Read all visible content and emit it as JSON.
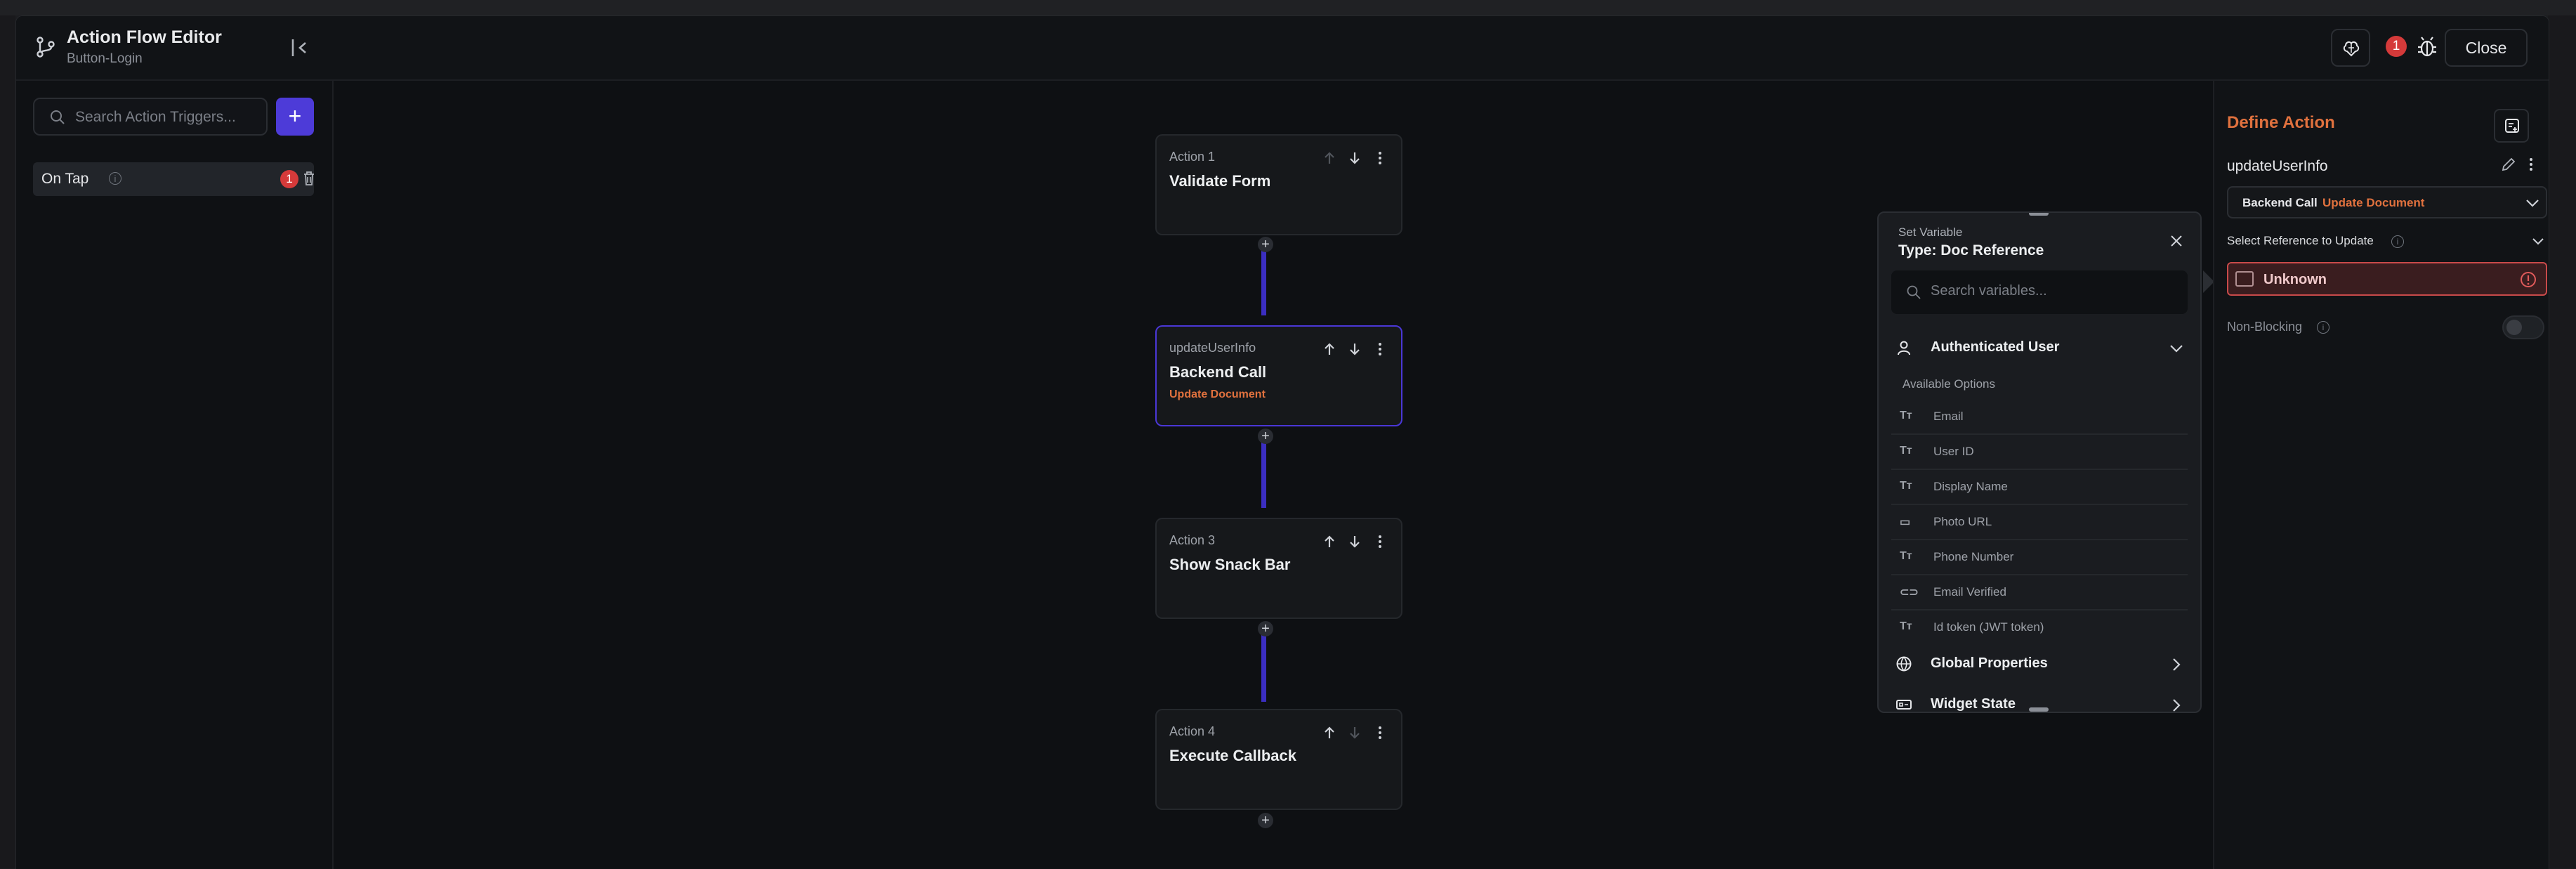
{
  "header": {
    "title": "Action Flow Editor",
    "subtitle": "Button-Login",
    "badge_count": "1",
    "close_label": "Close"
  },
  "left_panel": {
    "search_placeholder": "Search Action Triggers...",
    "add_label": "+",
    "triggers": [
      {
        "label": "On Tap",
        "badge": "1"
      }
    ]
  },
  "flow": {
    "nodes": [
      {
        "label": "Action 1",
        "title": "Validate Form",
        "subtitle": ""
      },
      {
        "label": "updateUserInfo",
        "title": "Backend Call",
        "subtitle": "Update Document"
      },
      {
        "label": "Action 3",
        "title": "Show Snack Bar",
        "subtitle": ""
      },
      {
        "label": "Action 4",
        "title": "Execute Callback",
        "subtitle": ""
      }
    ],
    "add_label": "+"
  },
  "variable_popup": {
    "heading_small": "Set Variable",
    "heading_type": "Type: Doc Reference",
    "search_placeholder": "Search variables...",
    "section_auth": "Authenticated User",
    "available_label": "Available Options",
    "options": [
      {
        "icon": "Tт",
        "label": "Email"
      },
      {
        "icon": "Tт",
        "label": "User ID"
      },
      {
        "icon": "Tт",
        "label": "Display Name"
      },
      {
        "icon": "▭",
        "label": "Photo URL"
      },
      {
        "icon": "Tт",
        "label": "Phone Number"
      },
      {
        "icon": "⊂⊃",
        "label": "Email Verified"
      },
      {
        "icon": "Tт",
        "label": "Id token (JWT token)"
      }
    ],
    "section_global": "Global Properties",
    "section_widget": "Widget State"
  },
  "right_panel": {
    "title": "Define Action",
    "action_name": "updateUserInfo",
    "select_primary": "Backend Call",
    "select_secondary": "Update Document",
    "reference_label": "Select Reference to Update",
    "reference_value": "Unknown",
    "non_blocking_label": "Non-Blocking"
  },
  "colors": {
    "accent": "#4d3bd8",
    "orange": "#e0713e",
    "error": "#d53a3a",
    "background": "#0e1013"
  }
}
